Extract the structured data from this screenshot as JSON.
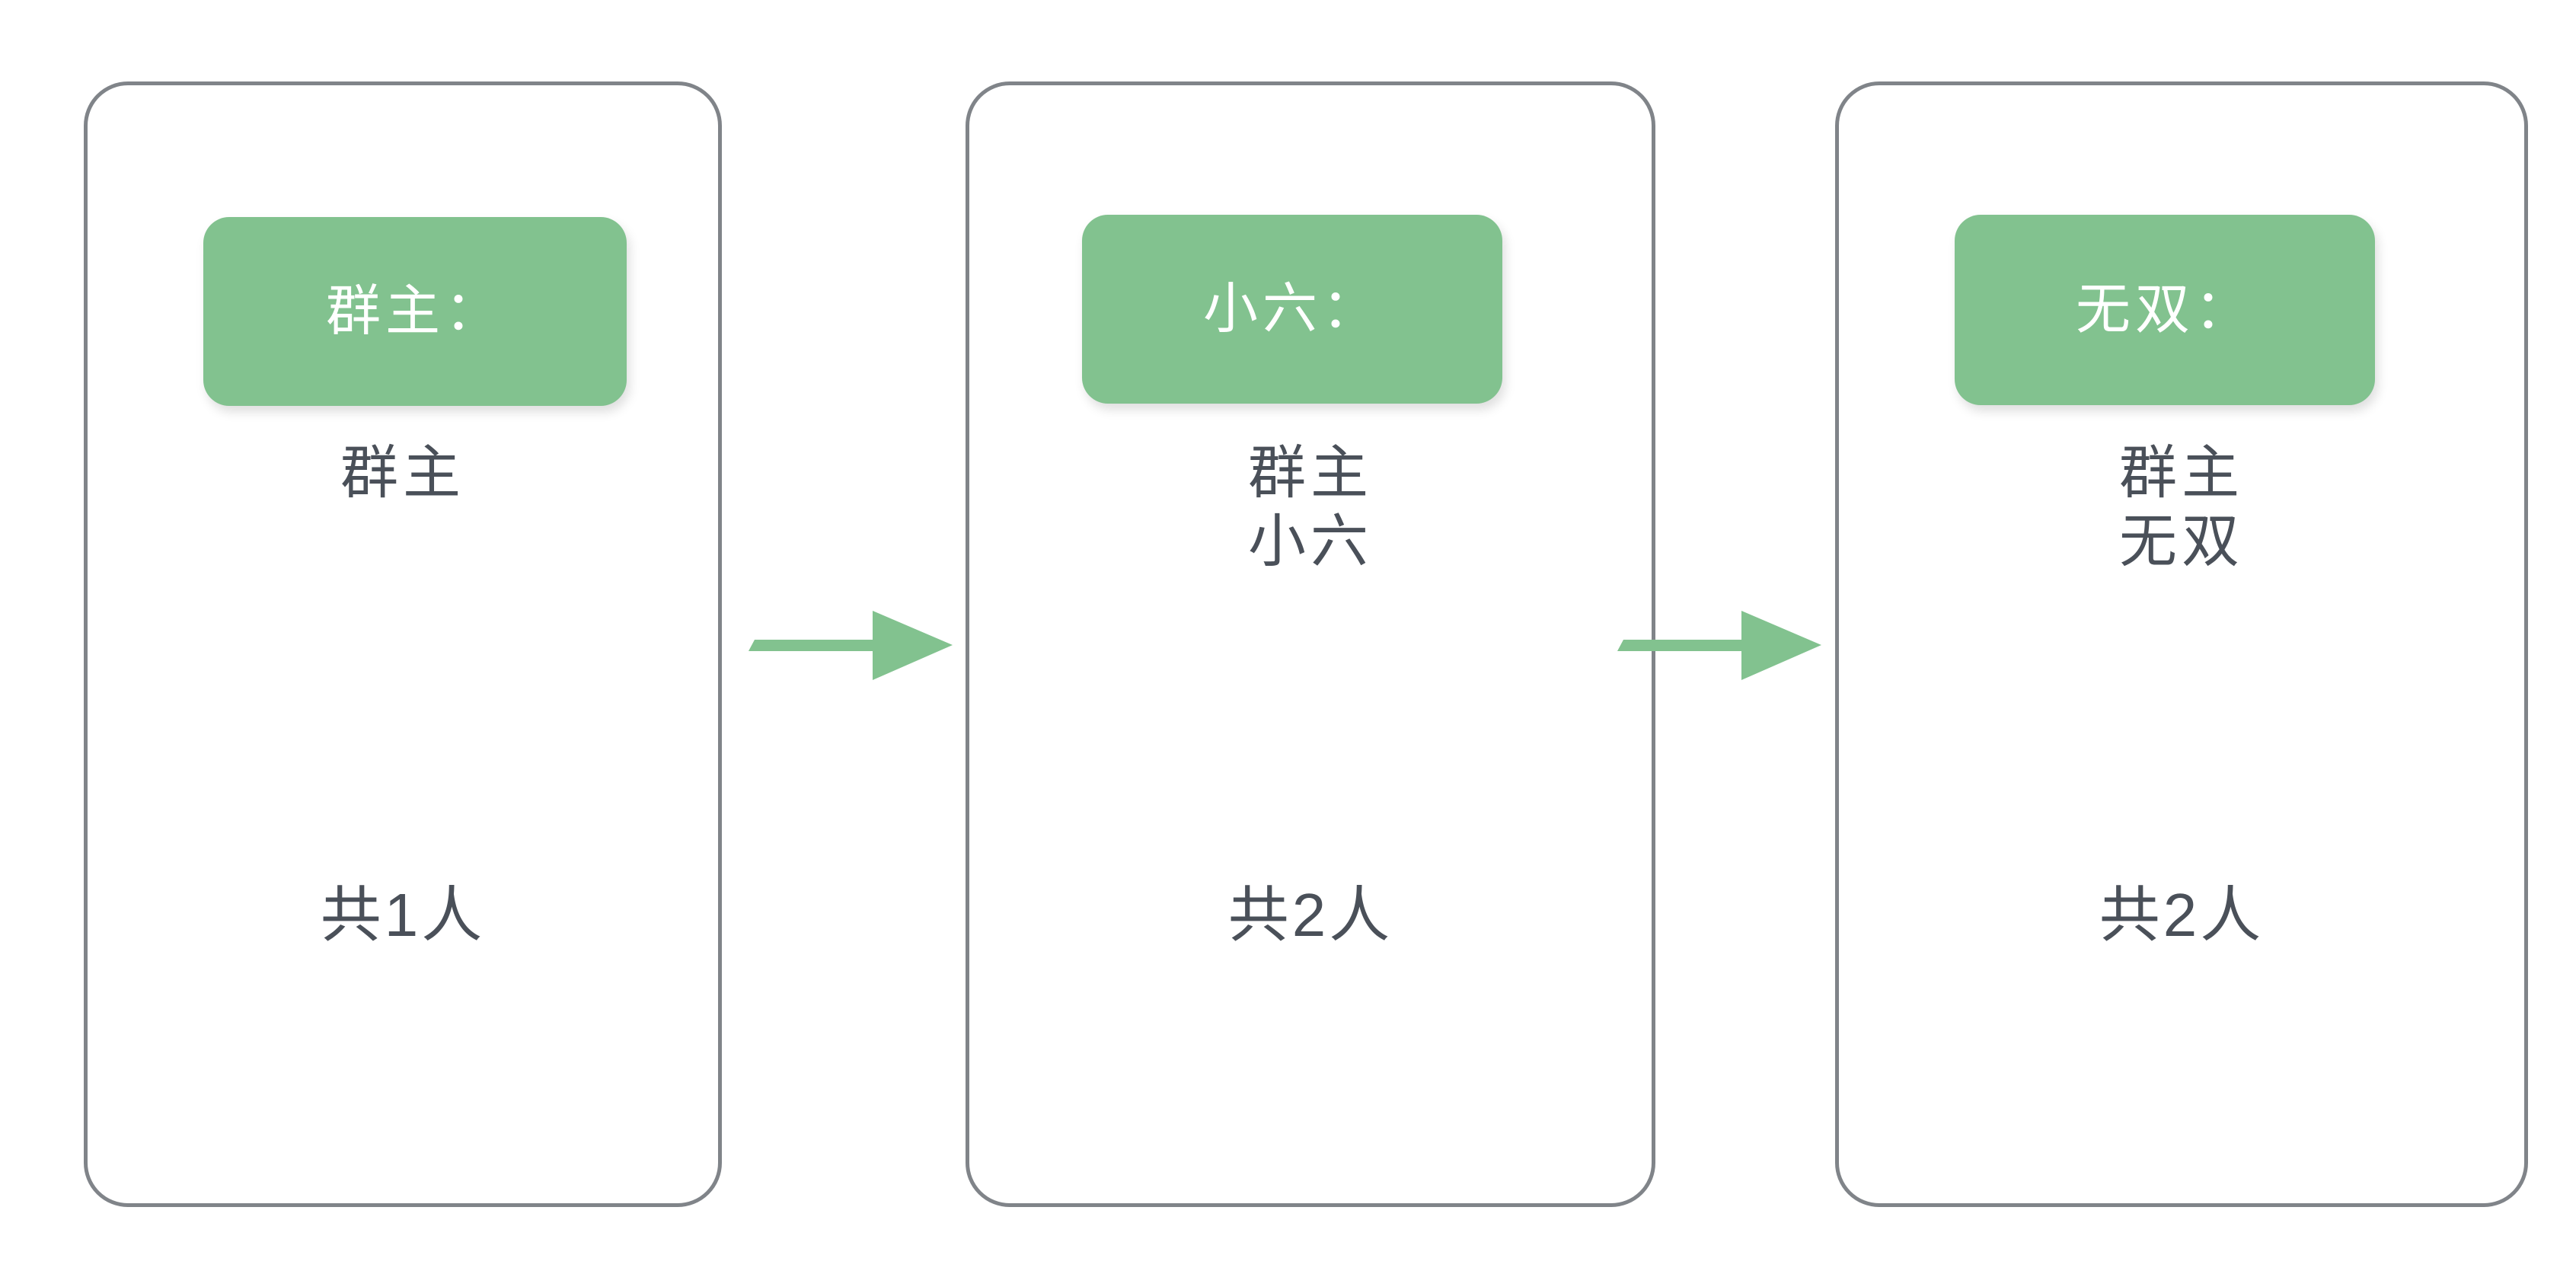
{
  "colors": {
    "badge_green": "#82c28f",
    "arrow_green": "#82c28f",
    "card_border": "#808489",
    "text_dark": "#4a5059",
    "badge_text": "#ffffff",
    "background": "#ffffff"
  },
  "cards": [
    {
      "badge_label": "群主：",
      "members": "群主",
      "total_label": "共1人"
    },
    {
      "badge_label": "小六：",
      "members": "群主\n小六",
      "total_label": "共2人"
    },
    {
      "badge_label": "无双：",
      "members": "群主\n无双",
      "total_label": "共2人"
    }
  ],
  "arrows": [
    {
      "name": "arrow-right-1"
    },
    {
      "name": "arrow-right-2"
    }
  ]
}
